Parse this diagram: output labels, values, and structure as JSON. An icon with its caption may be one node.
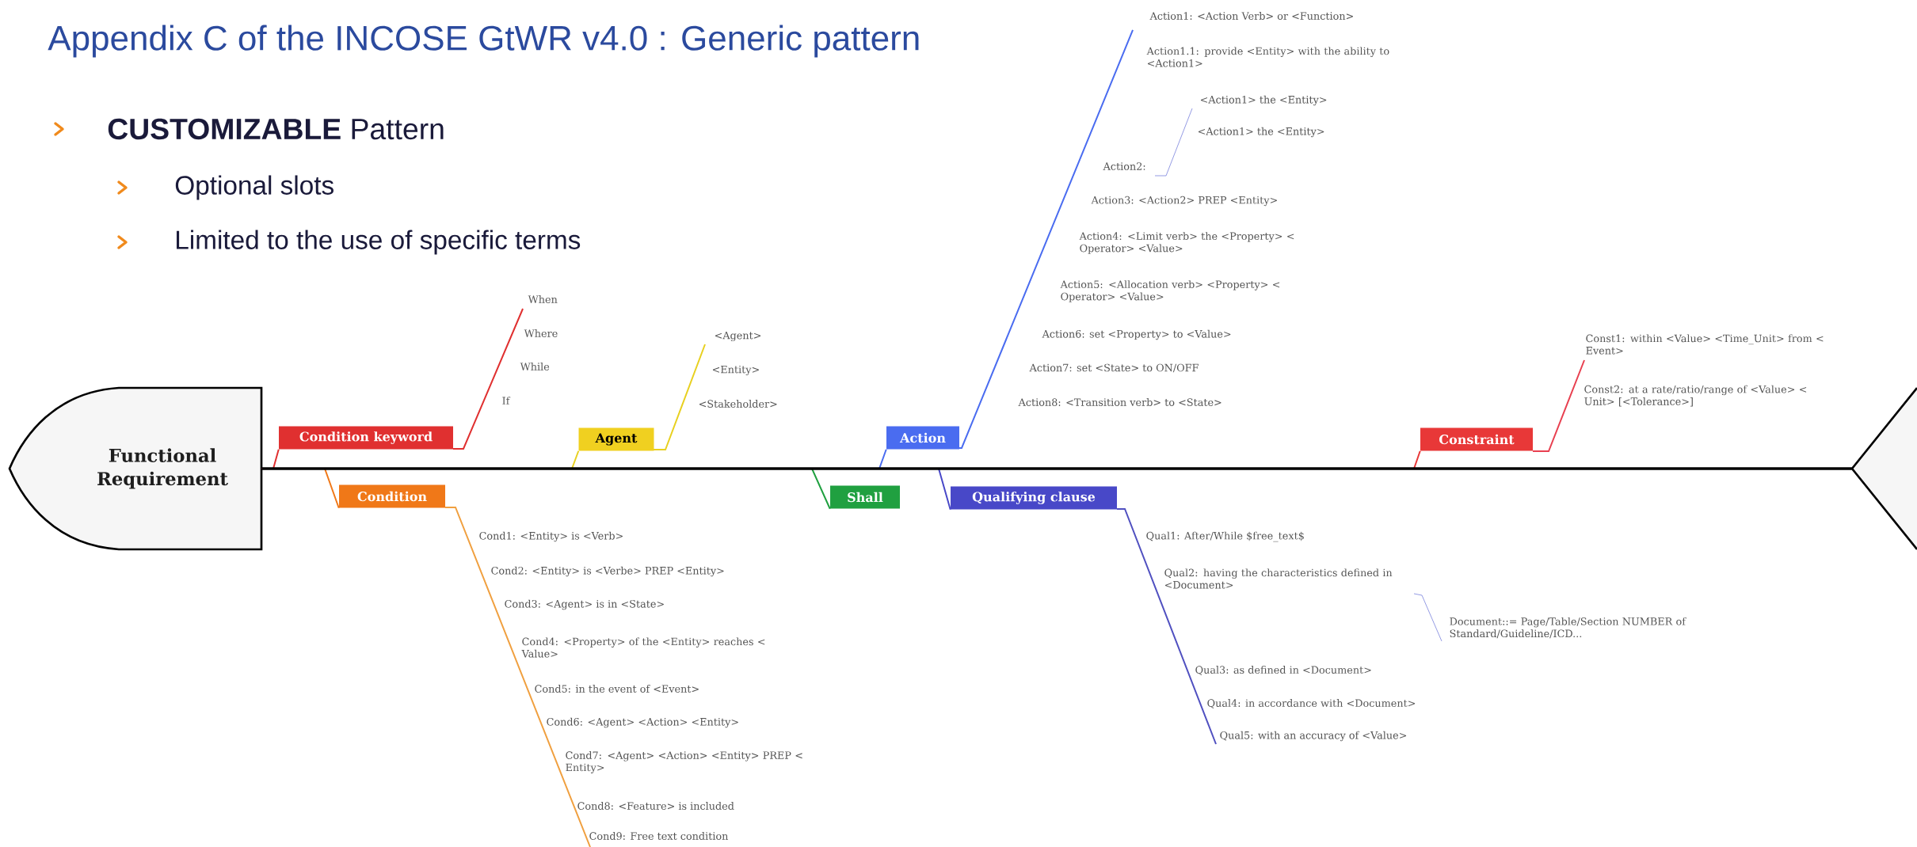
{
  "diagram": {
    "title": "Appendix C of the INCOSE GtWR v4.0 : Generic pattern",
    "nodes": [
      {
        "text": [
          "Functional Requirement"
        ]
      },
      {
        "text": [
          "Condition keyword"
        ],
        "beside": [
          "When",
          "Where",
          "While",
          "If"
        ]
      },
      {
        "text": [
          "Condition"
        ],
        "beside": [
          "Cond1: <Entity> is <Verb>",
          "Cond2: <Entity> is <Verbe> PREP <Entity>",
          "Cond3: <Agent> is in <State>",
          "Cond4: <Property> of the <Entity> reaches < Value>",
          "Cond5: in the event of <Event>",
          "Cond6: <Agent> <Action> <Entity>",
          "Cond7: <Agent> <Action> <Entity> PREP < Entity>",
          "Cond8: <Feature> is included",
          "Cond9: Free text condition"
        ]
      },
      {
        "text": [
          "Agent"
        ],
        "beside": [
          "<Agent>",
          "<Entity>",
          "<Stakeholder>"
        ]
      },
      {
        "text": [
          "Shall"
        ]
      },
      {
        "text": [
          "Action"
        ],
        "beside": [
          "Action1: <Action Verb> or <Function>",
          "Action1.1: provide <Entity> with the ability to <Action1>",
          "<Action1> the <Entity>",
          "<Action1> the <Entity>",
          "Action2:",
          "Action3: <Action2> PREP <Entity>",
          "Action4: <Limit verb> the <Property> < Operator> <Value>",
          "Action5: <Allocation verb> <Property> < Operator> <Value>",
          "Action6: set <Property> to <Value>",
          "Action7: set <State> to ON/OFF",
          "Action8: <Transition verb> to <State>"
        ]
      },
      {
        "text": [
          "Qualifying clause"
        ],
        "beside": [
          "Qual1: After/While $free_text$",
          "Qual2: having the characteristics defined in <Document>",
          "Qual3: as defined in <Document>",
          "Qual4: in accordance with <Document>",
          "Qual5: with an accuracy of <Value>"
        ]
      },
      {
        "text": [
          "Constraint"
        ]
      },
      {
        "text": [],
        "shape": "triangle"
      }
    ],
    "edges": [
      {
        "from": 0,
        "to": 8,
        "arrow": "none"
      },
      {
        "from": 0,
        "to": 1,
        "arrow": "none",
        "color": "#e03030"
      },
      {
        "from": 0,
        "to": 2,
        "arrow": "none",
        "color": "#f07818"
      },
      {
        "from": 0,
        "to": 3,
        "arrow": "none",
        "color": "#e8d020"
      },
      {
        "from": 0,
        "to": 4,
        "arrow": "none",
        "color": "#20a040"
      },
      {
        "from": 0,
        "to": 5,
        "arrow": "none",
        "color": "#4a6cf0"
      },
      {
        "from": 0,
        "to": 6,
        "arrow": "none",
        "color": "#4848c8"
      },
      {
        "from": 0,
        "to": 7,
        "arrow": "none",
        "color": "#e83838"
      }
    ],
    "labels": [
      "**CUSTOMIZABLE** Pattern",
      "Optional slots",
      "Limited to the use of specific terms",
      "Const1: within <Value> <Time_Unit> from < Event>",
      "Const2: at a rate/ratio/range of <Value> < Unit> [<Tolerance>]",
      "Document::= Page/Table/Section NUMBER of Standard/Guideline/ICD..."
    ]
  }
}
